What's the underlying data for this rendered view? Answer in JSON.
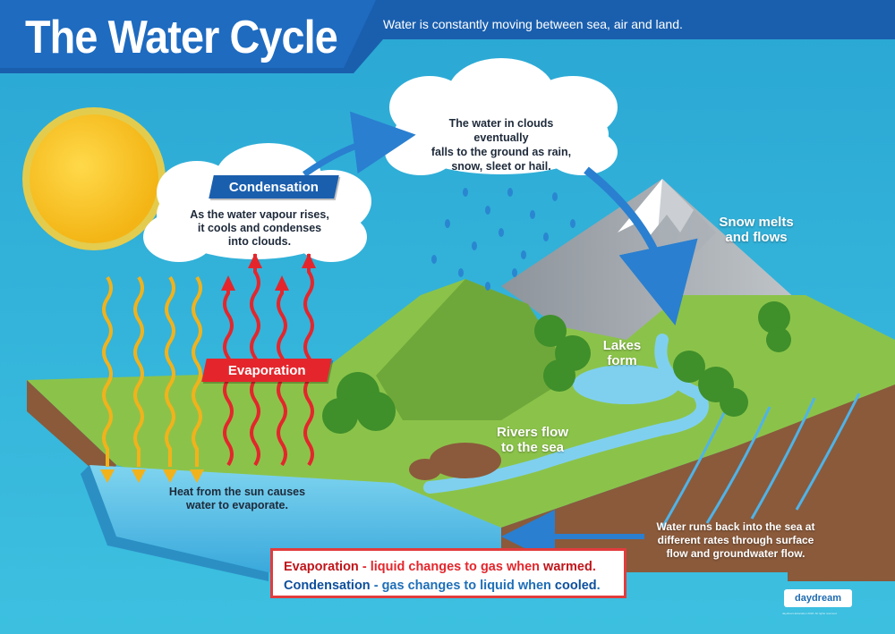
{
  "header": {
    "title": "The Water Cycle",
    "subtitle": "Water is constantly moving between sea, air and land."
  },
  "condensation": {
    "label": "Condensation",
    "lines": [
      "As the water vapour rises,",
      "it cools and condenses",
      "into clouds."
    ]
  },
  "precipitation": {
    "lines": [
      "The water in clouds eventually",
      "falls to the ground as rain,",
      "snow, sleet or hail."
    ]
  },
  "evaporation": {
    "label": "Evaporation",
    "lines": [
      "Heat from the sun causes",
      "water to evaporate."
    ]
  },
  "land_labels": {
    "snow": [
      "Snow melts",
      "and flows"
    ],
    "lakes": [
      "Lakes",
      "form"
    ],
    "rivers": [
      "Rivers flow",
      "to the sea"
    ]
  },
  "runoff": {
    "lines": [
      "Water runs back into the sea at",
      "different rates through surface",
      "flow and groundwater flow."
    ]
  },
  "legend": {
    "evap_term": "Evaporation",
    "evap_dash": " - ",
    "evap_def": "liquid changes to gas when ",
    "evap_key": "warmed",
    "evap_end": ".",
    "cond_term": "Condensation",
    "cond_dash": " - ",
    "cond_def": "gas changes to liquid when ",
    "cond_key": "cooled",
    "cond_end": "."
  },
  "brand": {
    "logo": "daydream",
    "copyright": "daydream Education 2018. All rights reserved."
  },
  "colors": {
    "sky": "#2fb3d6",
    "header_band": "#1a5fae",
    "sun": "#f6c21d",
    "heat_rays": "#f2b21b",
    "vapour_rays": "#e4262c",
    "arrows": "#2a7fd0",
    "grass": "#7bb33a",
    "soil": "#8a5a3b",
    "water": "#5bc4e8"
  }
}
